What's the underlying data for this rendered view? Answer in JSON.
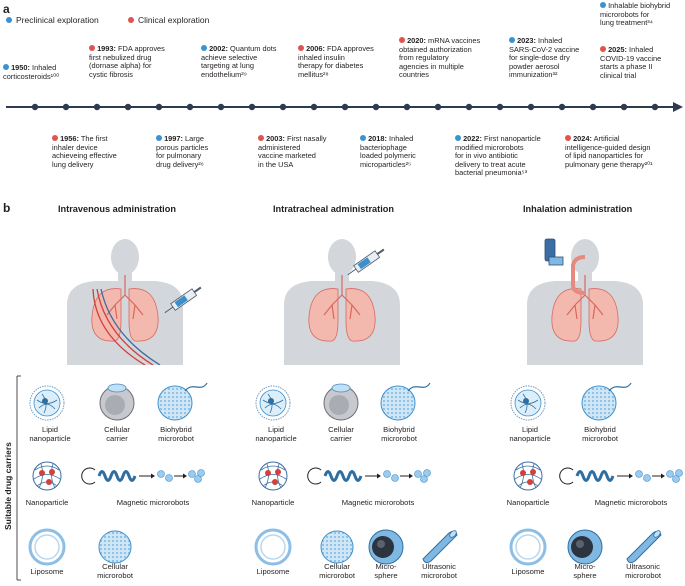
{
  "panel_a": {
    "letter": "a",
    "legend": [
      {
        "label": "Preclinical exploration",
        "color": "#3a93d1"
      },
      {
        "label": "Clinical exploration",
        "color": "#e0534e"
      }
    ],
    "events_above": [
      {
        "year": "1950:",
        "text": [
          "Inhaled",
          "corticosteroids¹⁰⁰"
        ],
        "type": "preclinical"
      },
      {
        "year": "1993:",
        "text": [
          "FDA approves",
          "first nebulized drug",
          "(dornase alpha) for",
          "cystic fibrosis"
        ],
        "type": "clinical"
      },
      {
        "year": "2002:",
        "text": [
          "Quantum dots",
          "achieve selective",
          "targeting at lung",
          "endothelium²⁹"
        ],
        "type": "preclinical"
      },
      {
        "year": "2006:",
        "text": [
          "FDA approves",
          "inhaled insulin",
          "therapy for diabetes",
          "mellitus²⁸"
        ],
        "type": "clinical"
      },
      {
        "year": "2020:",
        "text": [
          "mRNA vaccines",
          "obtained authorization",
          "from regulatory",
          "agencies in multiple",
          "countries"
        ],
        "type": "clinical"
      },
      {
        "year": "2023:",
        "text": [
          "Inhaled",
          "SARS-CoV-2 vaccine",
          "for single-dose dry",
          "powder aerosol",
          "immunization³²"
        ],
        "type": "preclinical"
      },
      {
        "year": "2025:",
        "text": [
          "Inhaled",
          "COVID-19 vaccine",
          "starts a phase II",
          "clinical trial"
        ],
        "type": "clinical"
      }
    ],
    "top_extra": {
      "text": [
        "Inhalable biohybrid",
        "microrobots for",
        "lung treatment³⁴"
      ],
      "type": "preclinical"
    },
    "events_below": [
      {
        "year": "1956:",
        "text": [
          "The first",
          "inhaler device",
          "achieveing effective",
          "lung delivery"
        ],
        "type": "clinical"
      },
      {
        "year": "1997:",
        "text": [
          "Large",
          "porous particles",
          "for pulmonary",
          "drug delivery²⁶"
        ],
        "type": "preclinical"
      },
      {
        "year": "2003:",
        "text": [
          "First nasally",
          "administered",
          "vaccine marketed",
          "in the USA"
        ],
        "type": "clinical"
      },
      {
        "year": "2018:",
        "text": [
          "Inhaled",
          "bacteriophage",
          "loaded polymeric",
          "microparticles²⁵"
        ],
        "type": "preclinical"
      },
      {
        "year": "2022:",
        "text": [
          "First nanoparticle",
          "modified microrobots",
          "for in vivo antibiotic",
          "delivery to treat acute",
          "bacterial pneumonia⁵³"
        ],
        "type": "preclinical"
      },
      {
        "year": "2024:",
        "text": [
          "Artificial",
          "intelligence-guided design",
          "of lipid nanoparticles for",
          "pulmonary gene therapy²⁰¹"
        ],
        "type": "clinical"
      }
    ]
  },
  "panel_b": {
    "letter": "b",
    "side_label": "Suitable drug carriers",
    "titles": [
      "Intravenous administration",
      "Intratracheal administration",
      "Inhalation administration"
    ],
    "carriers": {
      "lipid": [
        "Lipid",
        "nanoparticle"
      ],
      "cellular_carrier": [
        "Cellular",
        "carrier"
      ],
      "biohybrid": [
        "Biohybrid",
        "microrobot"
      ],
      "nanoparticle": "Nanoparticle",
      "magnetic": "Magnetic microrobots",
      "liposome": "Liposome",
      "cellular_microrobot": [
        "Cellular",
        "microrobot"
      ],
      "microsphere": [
        "Micro-",
        "sphere"
      ],
      "ultrasonic": [
        "Ultrasonic",
        "microrobot"
      ]
    }
  },
  "colors": {
    "preclinical": "#3a93d1",
    "clinical": "#e0534e",
    "timeline": "#2e3a4d",
    "body": "#d3d6da",
    "lung": "#f2b6ad",
    "carrier_blue": "#bcdcf3",
    "carrier_stroke": "#3b8fcc"
  }
}
